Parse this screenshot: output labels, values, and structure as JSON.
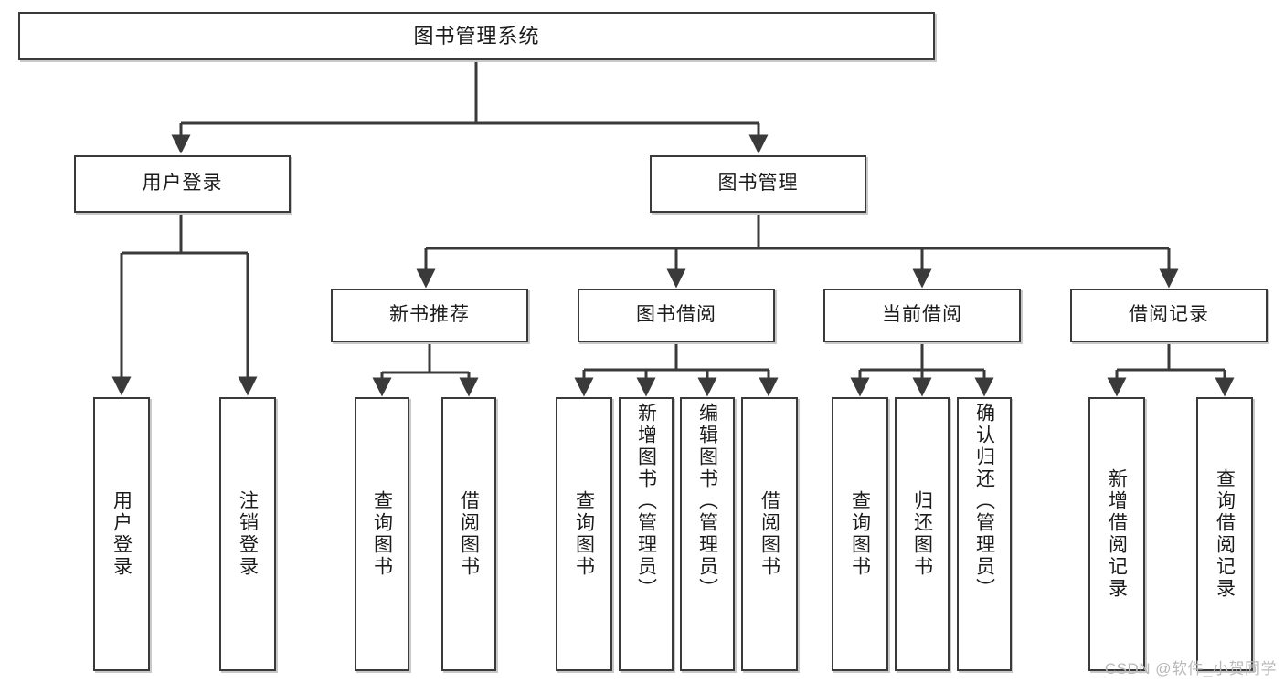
{
  "diagram": {
    "type": "tree-hierarchy-chart",
    "title": "图书管理系统",
    "stroke_color": "#3a3a3a",
    "background_color": "#ffffff",
    "text_color": "#1b1b1b",
    "levels": [
      {
        "level": 1,
        "nodes": [
          {
            "id": "root",
            "label": "图书管理系统",
            "orientation": "horizontal"
          }
        ]
      },
      {
        "level": 2,
        "nodes": [
          {
            "id": "user-login",
            "label": "用户登录",
            "orientation": "horizontal"
          },
          {
            "id": "book-manage",
            "label": "图书管理",
            "orientation": "horizontal"
          }
        ]
      },
      {
        "level": 3,
        "nodes": [
          {
            "id": "new-book-rec",
            "label": "新书推荐",
            "orientation": "horizontal"
          },
          {
            "id": "book-borrow",
            "label": "图书借阅",
            "orientation": "horizontal"
          },
          {
            "id": "current-borrow",
            "label": "当前借阅",
            "orientation": "horizontal"
          },
          {
            "id": "borrow-record",
            "label": "借阅记录",
            "orientation": "horizontal"
          }
        ]
      },
      {
        "level": 4,
        "nodes": [
          {
            "id": "leaf-user-login",
            "label": "用户登录",
            "orientation": "vertical",
            "parent": "user-login"
          },
          {
            "id": "leaf-logout",
            "label": "注销登录",
            "orientation": "vertical",
            "parent": "user-login"
          },
          {
            "id": "leaf-query-book-1",
            "label": "查询图书",
            "orientation": "vertical",
            "parent": "new-book-rec"
          },
          {
            "id": "leaf-borrow-book-1",
            "label": "借阅图书",
            "orientation": "vertical",
            "parent": "new-book-rec"
          },
          {
            "id": "leaf-query-book-2",
            "label": "查询图书",
            "orientation": "vertical",
            "parent": "book-borrow"
          },
          {
            "id": "leaf-add-book",
            "label": "新增图书（管理员）",
            "orientation": "vertical",
            "parent": "book-borrow"
          },
          {
            "id": "leaf-edit-book",
            "label": "编辑图书（管理员）",
            "orientation": "vertical",
            "parent": "book-borrow"
          },
          {
            "id": "leaf-borrow-book-2",
            "label": "借阅图书",
            "orientation": "vertical",
            "parent": "book-borrow"
          },
          {
            "id": "leaf-query-book-3",
            "label": "查询图书",
            "orientation": "vertical",
            "parent": "current-borrow"
          },
          {
            "id": "leaf-return-book",
            "label": "归还图书",
            "orientation": "vertical",
            "parent": "current-borrow"
          },
          {
            "id": "leaf-confirm-return",
            "label": "确认归还（管理员）",
            "orientation": "vertical",
            "parent": "current-borrow"
          },
          {
            "id": "leaf-add-record",
            "label": "新增借阅记录",
            "orientation": "vertical",
            "parent": "borrow-record"
          },
          {
            "id": "leaf-query-record",
            "label": "查询借阅记录",
            "orientation": "vertical",
            "parent": "borrow-record"
          }
        ]
      }
    ]
  },
  "watermark": {
    "text": "CSDN @软件_小贺同学"
  }
}
